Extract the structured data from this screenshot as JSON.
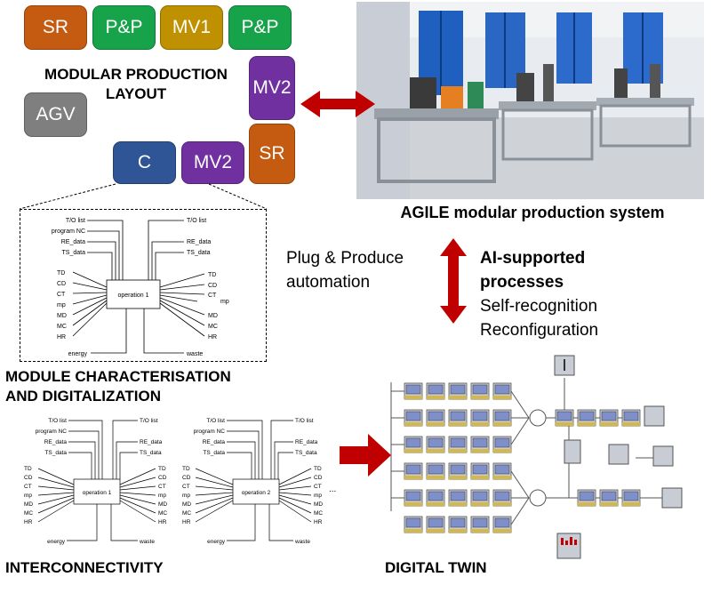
{
  "colors": {
    "sr": "#c55a11",
    "pp": "#17a34a",
    "mv1": "#bf9000",
    "mv2": "#7030a0",
    "agv": "#7f7f7f",
    "c": "#2f5597",
    "arrow": "#c00000"
  },
  "layout_modules": {
    "sr_top": "SR",
    "pp_1": "P&P",
    "mv1": "MV1",
    "pp_2": "P&P",
    "agv": "AGV",
    "mv2_right": "MV2",
    "c": "C",
    "mv2_bottom": "MV2",
    "sr_bottom": "SR"
  },
  "headings": {
    "modular_layout_line1": "MODULAR PRODUCTION",
    "modular_layout_line2": "LAYOUT",
    "characterisation_line1": "MODULE CHARACTERISATION",
    "characterisation_line2": "AND DIGITALIZATION",
    "interconnectivity": "INTERCONNECTIVITY",
    "digital_twin": "DIGITAL TWIN",
    "agile_system": "AGILE modular production system"
  },
  "center_text": {
    "plug_line1": "Plug & Produce",
    "plug_line2": "automation",
    "ai_line1": "AI-supported",
    "ai_line2": "processes",
    "ai_line3": "Self-recognition",
    "ai_line4": "Reconfiguration"
  },
  "operation_block": {
    "top_left": [
      "T/O list",
      "program NC",
      "RE_data",
      "TS_data"
    ],
    "top_right": [
      "T/O list",
      "RE_data",
      "TS_data"
    ],
    "left_inputs": [
      "TD",
      "CD",
      "CT",
      "mp",
      "MD",
      "MC",
      "HR"
    ],
    "right_outputs": [
      "TD",
      "CD",
      "CT",
      "mp",
      "MD",
      "MC",
      "HR"
    ],
    "bottom_left": "energy",
    "bottom_right": "waste",
    "op1": "operation 1",
    "op2": "operation 2",
    "ellipsis": "..."
  }
}
